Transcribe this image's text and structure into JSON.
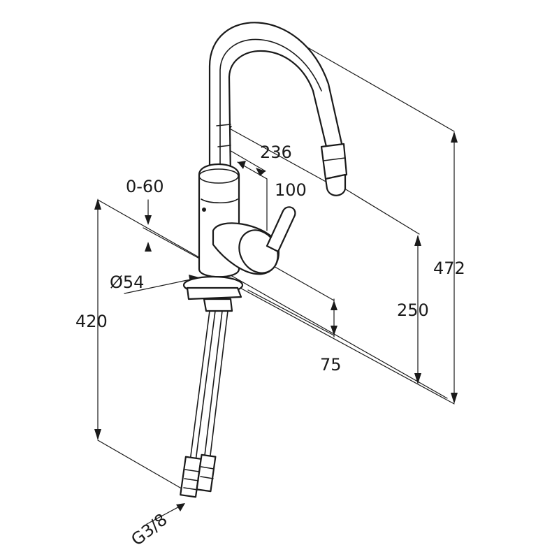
{
  "dimensions": {
    "spout_reach": "236",
    "handle_offset": "100",
    "swivel_range": "0-60",
    "base_diameter": "Ø54",
    "total_height": "472",
    "spout_height": "250",
    "below_deck_length": "420",
    "spray_head_drop": "75",
    "connection_thread": "G3/8"
  },
  "colors": {
    "line": "#1a1a1a",
    "background": "#ffffff"
  }
}
